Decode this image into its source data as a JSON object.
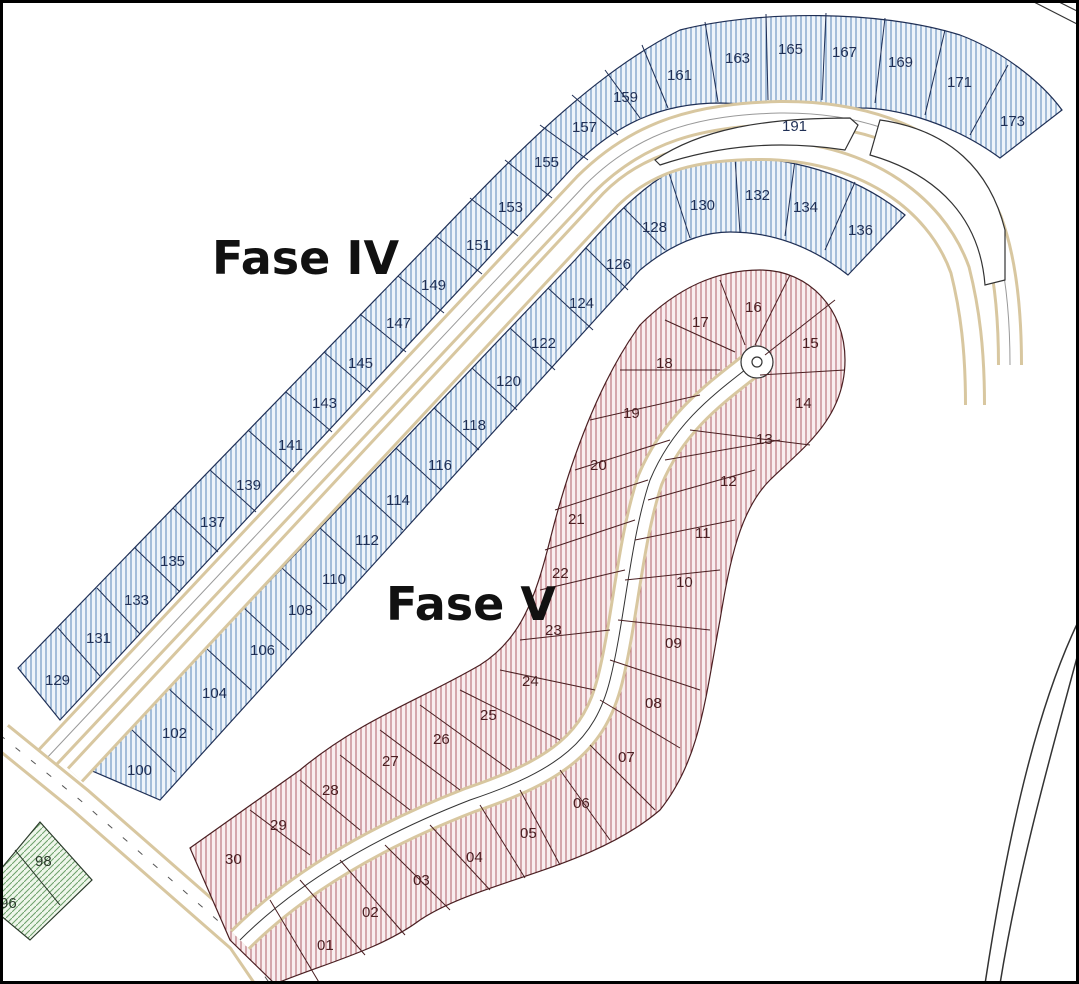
{
  "phases": [
    {
      "id": "iv",
      "title": "Fase IV",
      "color": "#5a86b8"
    },
    {
      "id": "v",
      "title": "Fase V",
      "color": "#b06068"
    }
  ],
  "other_color": "#6ca06a",
  "phase_iv_lots": [
    "100",
    "102",
    "104",
    "106",
    "108",
    "110",
    "112",
    "114",
    "116",
    "118",
    "120",
    "122",
    "124",
    "126",
    "128",
    "129",
    "130",
    "131",
    "132",
    "133",
    "134",
    "135",
    "136",
    "137",
    "139",
    "141",
    "143",
    "145",
    "147",
    "149",
    "151",
    "153",
    "155",
    "157",
    "159",
    "161",
    "163",
    "165",
    "167",
    "169",
    "171",
    "173",
    "191"
  ],
  "phase_v_lots": [
    "01",
    "02",
    "03",
    "04",
    "05",
    "06",
    "07",
    "08",
    "09",
    "10",
    "11",
    "12",
    "13",
    "14",
    "15",
    "16",
    "17",
    "18",
    "19",
    "20",
    "21",
    "22",
    "23",
    "24",
    "25",
    "26",
    "27",
    "28",
    "29",
    "30"
  ],
  "other_lots": [
    "98",
    "96"
  ]
}
